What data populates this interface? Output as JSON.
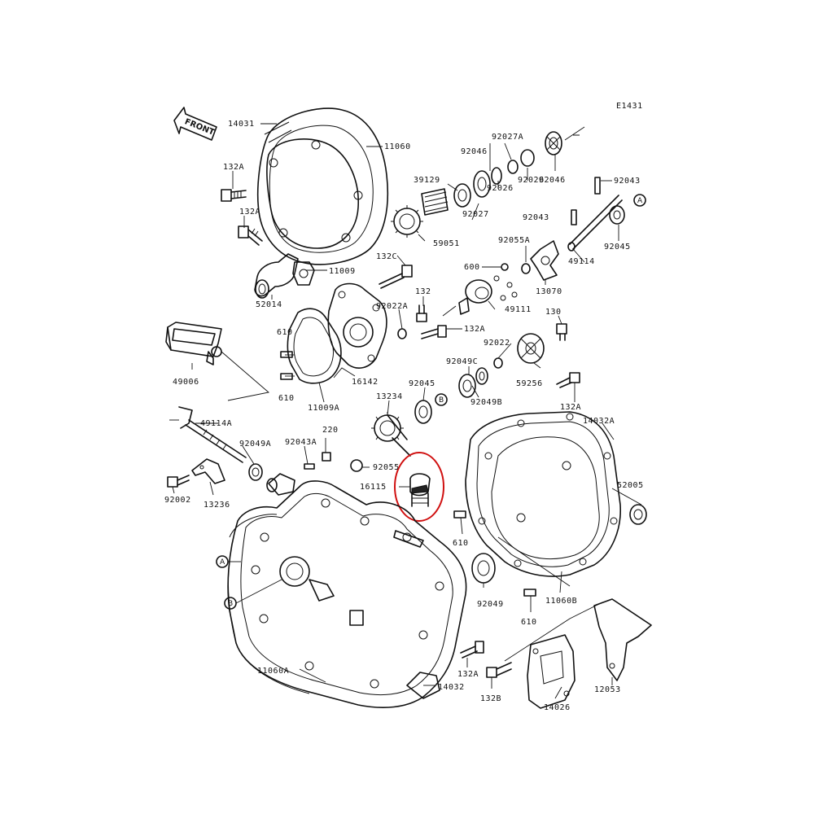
{
  "diagram_code": "E1431",
  "front_label": "FRONT",
  "refs": [
    "A",
    "B"
  ],
  "highlight_color": "#d01010",
  "parts": [
    {
      "key": "p14031",
      "label": "14031"
    },
    {
      "key": "p11060",
      "label": "11060"
    },
    {
      "key": "p132A_1",
      "label": "132A"
    },
    {
      "key": "p132A_2",
      "label": "132A"
    },
    {
      "key": "p11009",
      "label": "11009"
    },
    {
      "key": "p52014",
      "label": "52014"
    },
    {
      "key": "p132C",
      "label": "132C"
    },
    {
      "key": "p132",
      "label": "132"
    },
    {
      "key": "p92022A",
      "label": "92022A"
    },
    {
      "key": "p132A_3",
      "label": "132A"
    },
    {
      "key": "p610_1",
      "label": "610"
    },
    {
      "key": "p610_2",
      "label": "610"
    },
    {
      "key": "p16142",
      "label": "16142"
    },
    {
      "key": "p11009A",
      "label": "11009A"
    },
    {
      "key": "p49006",
      "label": "49006"
    },
    {
      "key": "p92027A",
      "label": "92027A"
    },
    {
      "key": "p92046_1",
      "label": "92046"
    },
    {
      "key": "p92046_2",
      "label": "92046"
    },
    {
      "key": "p39129",
      "label": "39129"
    },
    {
      "key": "p92026_1",
      "label": "92026"
    },
    {
      "key": "p92026_2",
      "label": "92026"
    },
    {
      "key": "p92027",
      "label": "92027"
    },
    {
      "key": "p59051",
      "label": "59051"
    },
    {
      "key": "p92043_1",
      "label": "92043"
    },
    {
      "key": "p92043_2",
      "label": "92043"
    },
    {
      "key": "p92045_1",
      "label": "92045"
    },
    {
      "key": "p49114",
      "label": "49114"
    },
    {
      "key": "p92055A",
      "label": "92055A"
    },
    {
      "key": "p600",
      "label": "600"
    },
    {
      "key": "p13070",
      "label": "13070"
    },
    {
      "key": "p49111",
      "label": "49111"
    },
    {
      "key": "p130",
      "label": "130"
    },
    {
      "key": "p92022",
      "label": "92022"
    },
    {
      "key": "p92049C",
      "label": "92049C"
    },
    {
      "key": "p59256",
      "label": "59256"
    },
    {
      "key": "p92045_2",
      "label": "92045"
    },
    {
      "key": "p92049B",
      "label": "92049B"
    },
    {
      "key": "p13234",
      "label": "13234"
    },
    {
      "key": "p132A_4",
      "label": "132A"
    },
    {
      "key": "p14032A",
      "label": "14032A"
    },
    {
      "key": "p49114A",
      "label": "49114A"
    },
    {
      "key": "p92049A",
      "label": "92049A"
    },
    {
      "key": "p92043A",
      "label": "92043A"
    },
    {
      "key": "p220",
      "label": "220"
    },
    {
      "key": "p92055",
      "label": "92055"
    },
    {
      "key": "p16115",
      "label": "16115"
    },
    {
      "key": "p52005",
      "label": "52005"
    },
    {
      "key": "p92002",
      "label": "92002"
    },
    {
      "key": "p13236",
      "label": "13236"
    },
    {
      "key": "p610_3",
      "label": "610"
    },
    {
      "key": "p92049",
      "label": "92049"
    },
    {
      "key": "p11060B",
      "label": "11060B"
    },
    {
      "key": "p610_4",
      "label": "610"
    },
    {
      "key": "p11060A",
      "label": "11060A"
    },
    {
      "key": "p132A_5",
      "label": "132A"
    },
    {
      "key": "p132B",
      "label": "132B"
    },
    {
      "key": "p14032",
      "label": "14032"
    },
    {
      "key": "p14026",
      "label": "14026"
    },
    {
      "key": "p12053",
      "label": "12053"
    }
  ]
}
